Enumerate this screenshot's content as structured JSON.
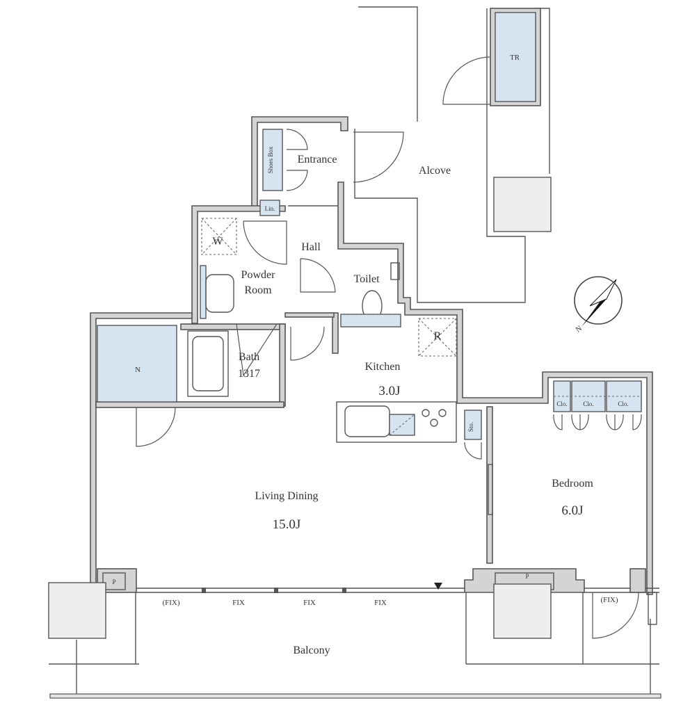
{
  "rooms": {
    "tr": "TR",
    "alcove": "Alcove",
    "entrance": "Entrance",
    "shoes_box": "Shoes Box",
    "lin": "Lin.",
    "hall": "Hall",
    "w": "W",
    "powder_room_1": "Powder",
    "powder_room_2": "Room",
    "toilet": "Toilet",
    "r": "R",
    "bath_1": "Bath",
    "bath_2": "1317",
    "n": "N",
    "kitchen": "Kitchen",
    "kitchen_size": "3.0J",
    "sto": "Sto.",
    "clo_1": "Clo.",
    "clo_2": "Clo.",
    "clo_3": "Clo.",
    "bedroom": "Bedroom",
    "bedroom_size": "6.0J",
    "living_dining": "Living Dining",
    "living_size": "15.0J",
    "p_left": "P",
    "p_right": "P",
    "fix_paren_left": "(FIX)",
    "fix_1": "FIX",
    "fix_2": "FIX",
    "fix_3": "FIX",
    "fix_paren_right": "(FIX)",
    "balcony": "Balcony"
  },
  "compass": {
    "north": "N"
  },
  "colors": {
    "blue_fill": "#d6e4f2",
    "wall": "#d4d4d4",
    "line": "#555555"
  }
}
